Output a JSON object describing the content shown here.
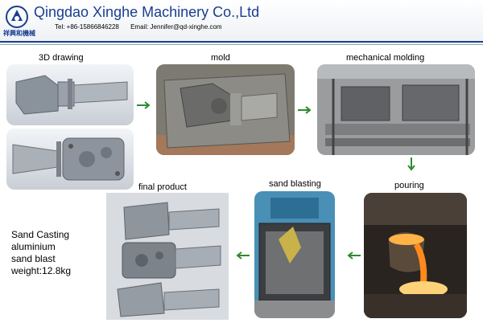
{
  "header": {
    "company": "Qingdao Xinghe Machinery Co.,Ltd",
    "logo_text": "祥興和機械",
    "tel": "Tel: +86-15866846228",
    "email": "Email: Jennifer@qd-xinghe.com"
  },
  "steps": {
    "drawing": "3D drawing",
    "mold": "mold",
    "molding": "mechanical molding",
    "pouring": "pouring",
    "blasting": "sand blasting",
    "final": "final product"
  },
  "description": {
    "line1": "Sand Casting",
    "line2": "aluminium",
    "line3": "sand blast",
    "line4": "weight:12.8kg"
  },
  "colors": {
    "brand": "#1a3f8f",
    "arrow": "#2e8b2e",
    "molten_metal": "#ff8a1c"
  }
}
